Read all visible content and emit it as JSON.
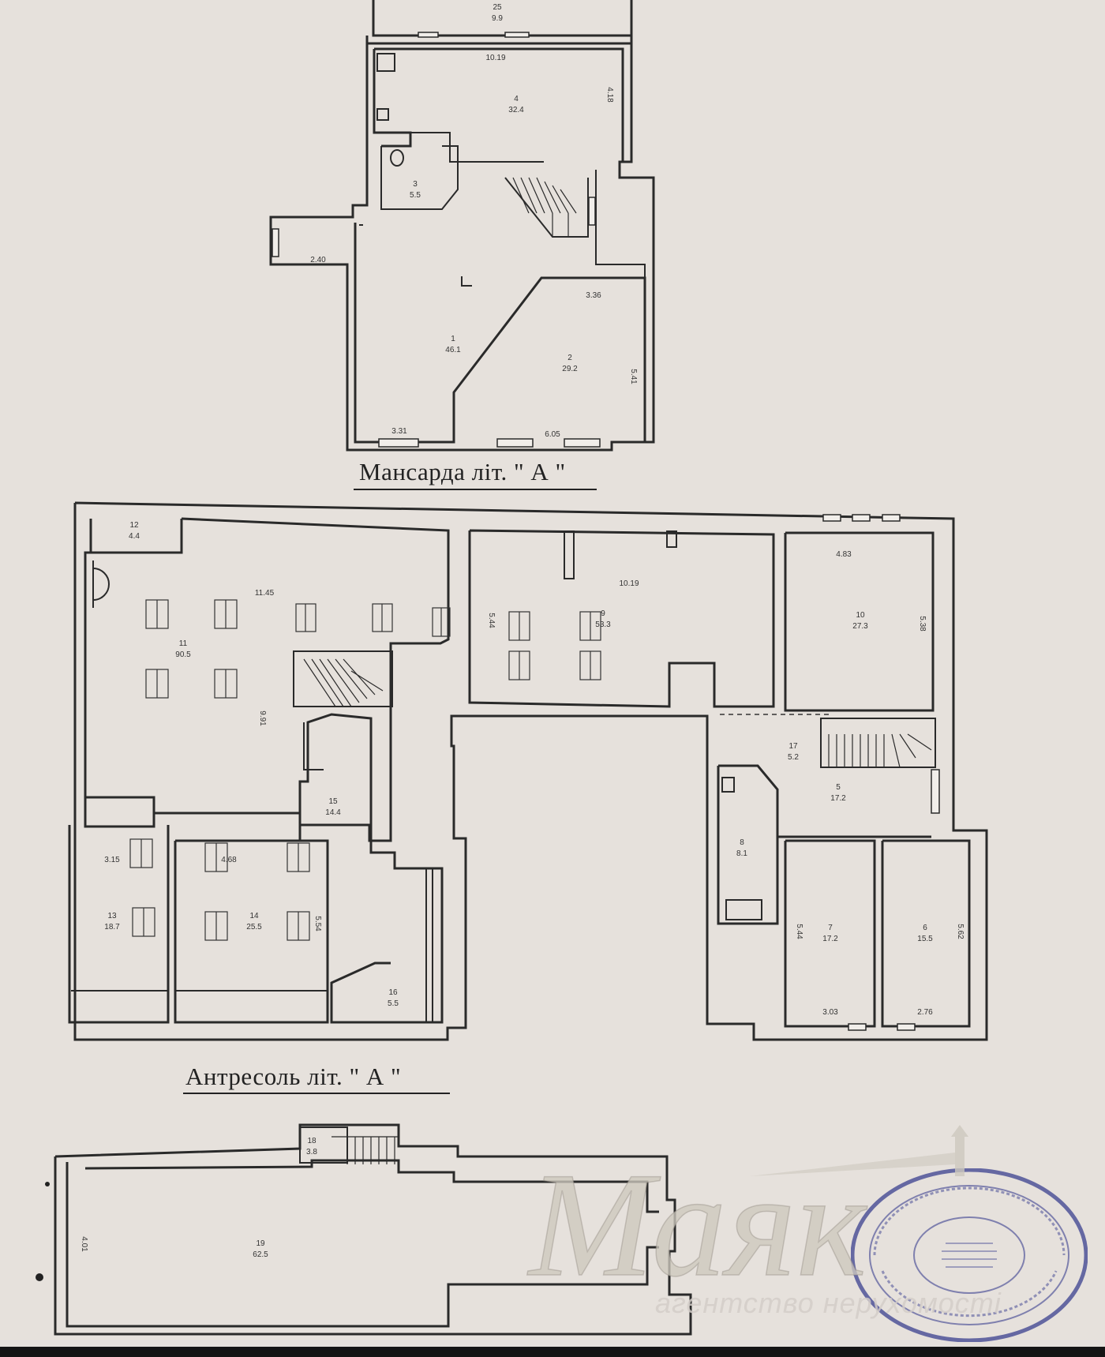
{
  "titles": {
    "mansard": "Мансарда літ. \" А \"",
    "mezzanine": "Антресоль літ. \" А \""
  },
  "mansard": {
    "rooms": [
      {
        "num": "25",
        "area": "9.9"
      },
      {
        "num": "4",
        "area": "32.4"
      },
      {
        "num": "3",
        "area": "5.5"
      },
      {
        "num": "1",
        "area": "46.1"
      },
      {
        "num": "2",
        "area": "29.2"
      }
    ],
    "dims": [
      "10.19",
      "4.18",
      "2.40",
      "3.36",
      "5.41",
      "3.31",
      "6.05"
    ]
  },
  "mezzanine": {
    "rooms": [
      {
        "num": "12",
        "area": "4.4"
      },
      {
        "num": "11",
        "area": "90.5"
      },
      {
        "num": "9",
        "area": "53.3"
      },
      {
        "num": "10",
        "area": "27.3"
      },
      {
        "num": "17",
        "area": "5.2"
      },
      {
        "num": "5",
        "area": "17.2"
      },
      {
        "num": "15",
        "area": "14.4"
      },
      {
        "num": "8",
        "area": "8.1"
      },
      {
        "num": "13",
        "area": "18.7"
      },
      {
        "num": "14",
        "area": "25.5"
      },
      {
        "num": "16",
        "area": "5.5"
      },
      {
        "num": "7",
        "area": "17.2"
      },
      {
        "num": "6",
        "area": "15.5"
      }
    ],
    "dims": [
      "11.45",
      "10.19",
      "4.83",
      "5.44",
      "5.38",
      "9.91",
      "3.15",
      "4.68",
      "5.54",
      "5.44",
      "5.62",
      "3.03",
      "2.76"
    ]
  },
  "lower": {
    "rooms": [
      {
        "num": "18",
        "area": "3.8"
      },
      {
        "num": "19",
        "area": "62.5"
      }
    ],
    "dims": [
      "4.01"
    ]
  },
  "watermark": {
    "brand": "Маяк",
    "tagline": "агентство нерухомості"
  },
  "colors": {
    "paper": "#e6e1dc",
    "ink": "#2a2a2a",
    "stamp": "#3a3f8f"
  }
}
